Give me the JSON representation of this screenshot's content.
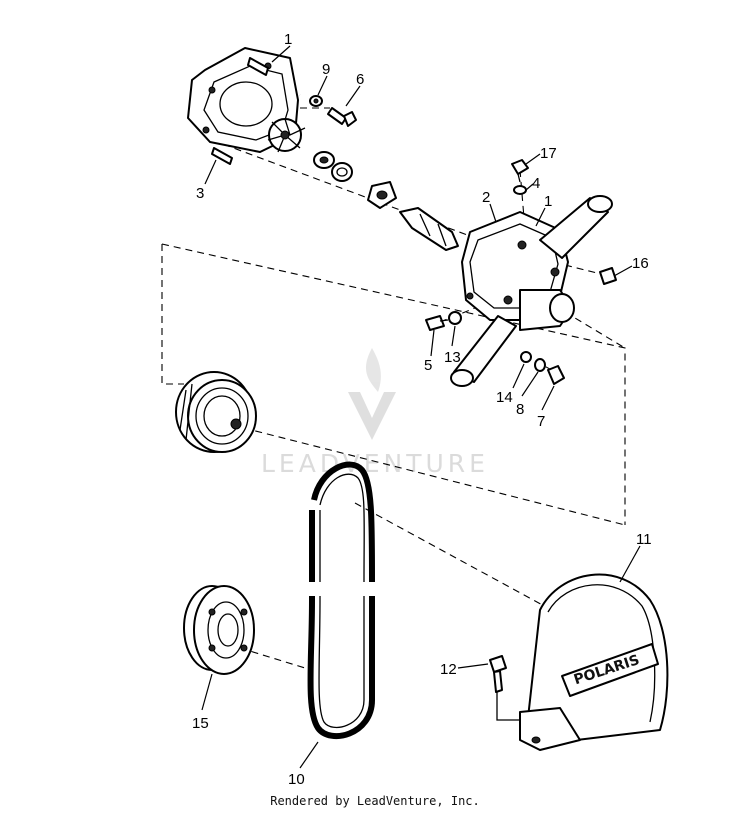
{
  "watermark": {
    "brand": "LEADVENTURE"
  },
  "footer": {
    "text": "Rendered by LeadVenture, Inc."
  },
  "callouts": [
    {
      "id": "1a",
      "label": "1"
    },
    {
      "id": "9",
      "label": "9"
    },
    {
      "id": "6",
      "label": "6"
    },
    {
      "id": "3",
      "label": "3"
    },
    {
      "id": "17",
      "label": "17"
    },
    {
      "id": "4",
      "label": "4"
    },
    {
      "id": "2",
      "label": "2"
    },
    {
      "id": "1b",
      "label": "1"
    },
    {
      "id": "16",
      "label": "16"
    },
    {
      "id": "5",
      "label": "5"
    },
    {
      "id": "13",
      "label": "13"
    },
    {
      "id": "14",
      "label": "14"
    },
    {
      "id": "8",
      "label": "8"
    },
    {
      "id": "7",
      "label": "7"
    },
    {
      "id": "11",
      "label": "11"
    },
    {
      "id": "12",
      "label": "12"
    },
    {
      "id": "15",
      "label": "15"
    },
    {
      "id": "10",
      "label": "10"
    }
  ],
  "cover_logo": "POLARIS"
}
